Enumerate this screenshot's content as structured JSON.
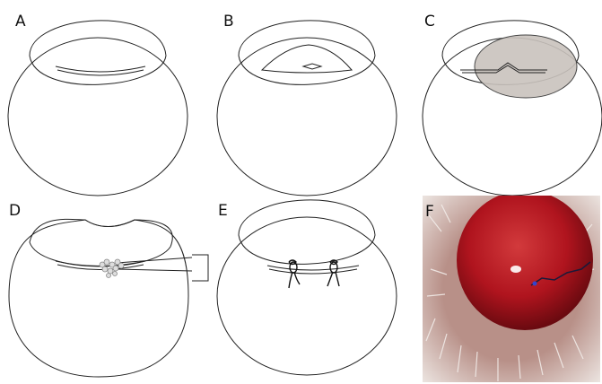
{
  "figure": {
    "panels": [
      {
        "id": "A",
        "label": "A"
      },
      {
        "id": "B",
        "label": "B"
      },
      {
        "id": "C",
        "label": "C"
      },
      {
        "id": "D",
        "label": "D"
      },
      {
        "id": "E",
        "label": "E"
      },
      {
        "id": "F",
        "label": "F"
      }
    ]
  },
  "colors": {
    "line": "#222222",
    "flap_fill": "#c9c2bd",
    "photo_globe": "#b0141e",
    "photo_fur": "#e8e0dc"
  }
}
